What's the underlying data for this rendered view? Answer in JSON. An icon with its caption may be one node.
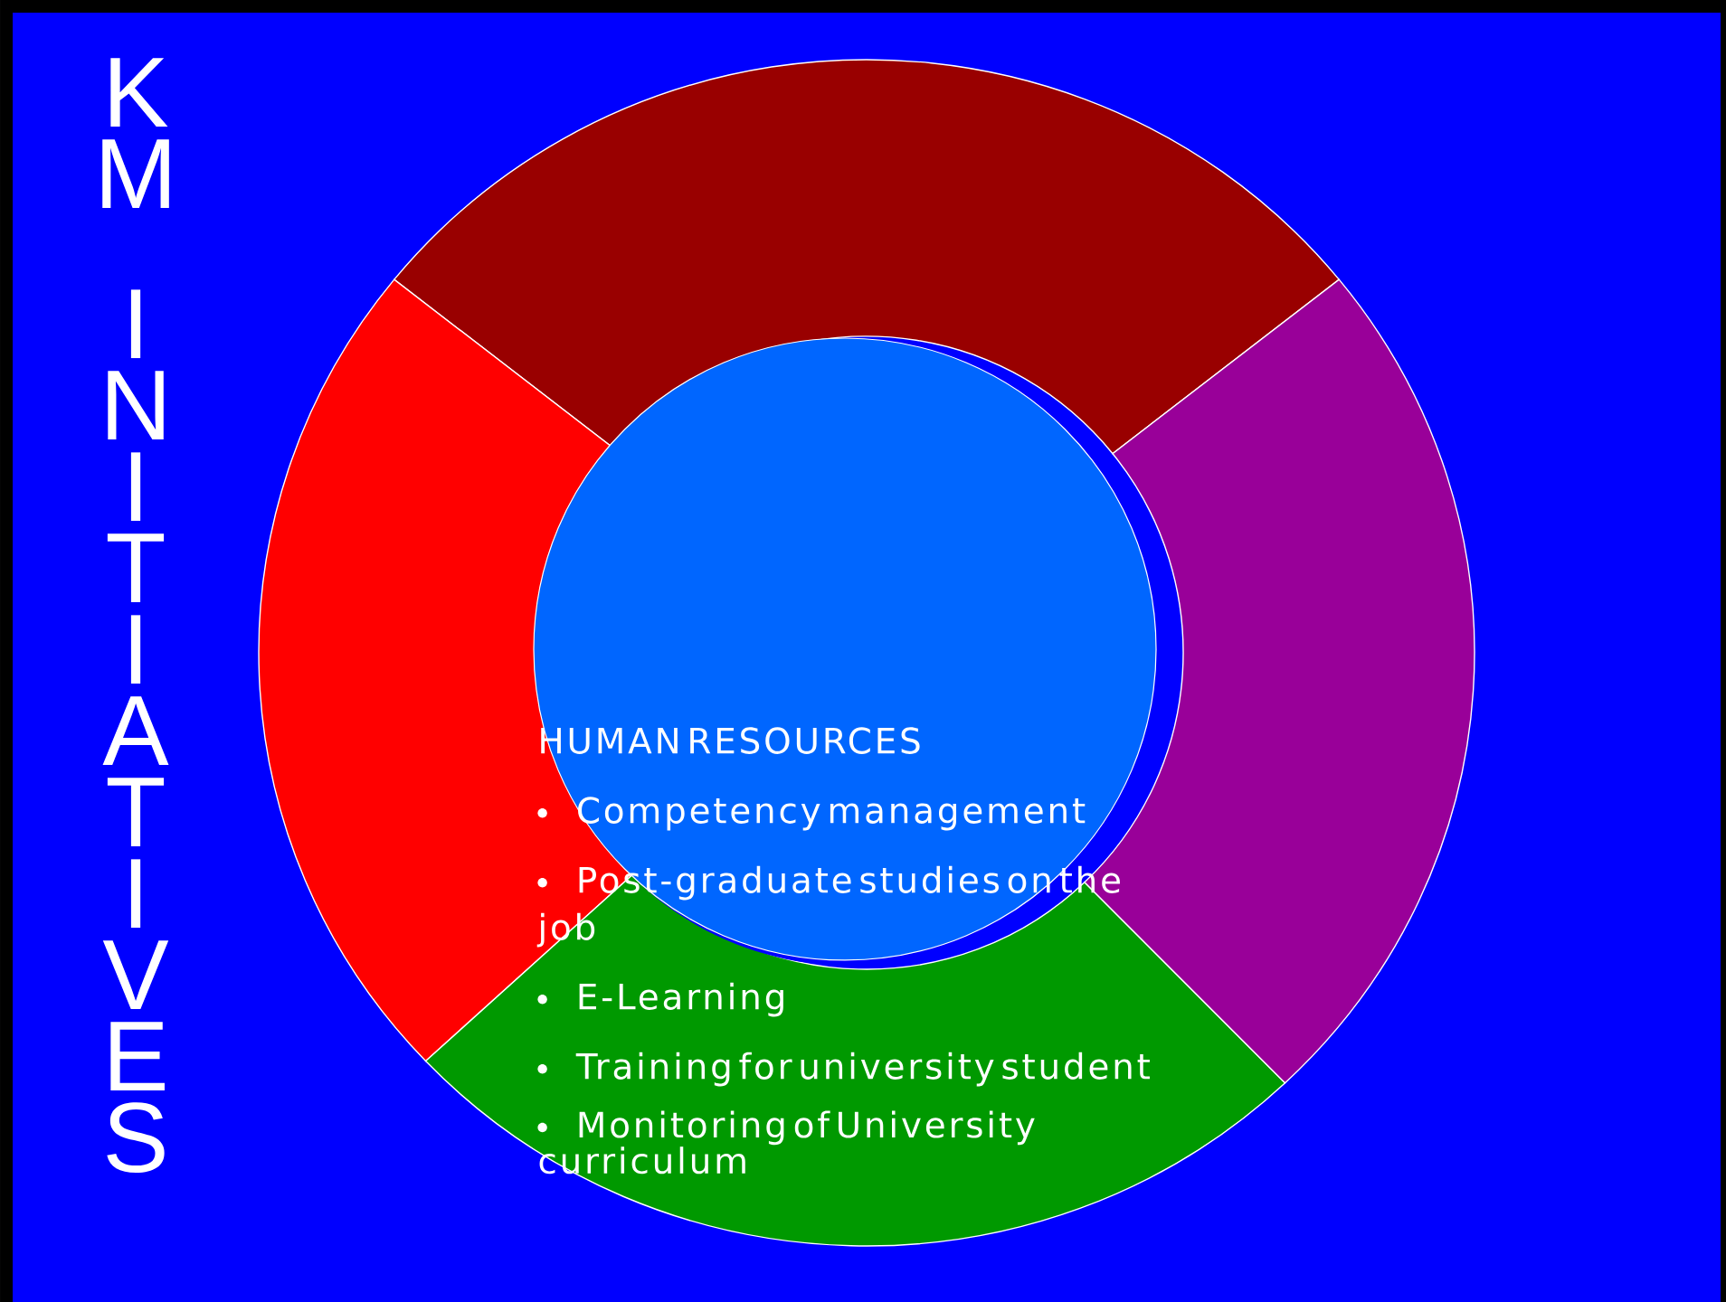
{
  "diagram": {
    "title": "KM INITIATIVES",
    "nodes": [
      {
        "text": [
          "HUMAN RESOURCES",
          "Competency management",
          "Post-graduate studies on the job",
          "E-Learning",
          "Training for university student",
          "Monitoring of University curriculum"
        ]
      }
    ]
  }
}
